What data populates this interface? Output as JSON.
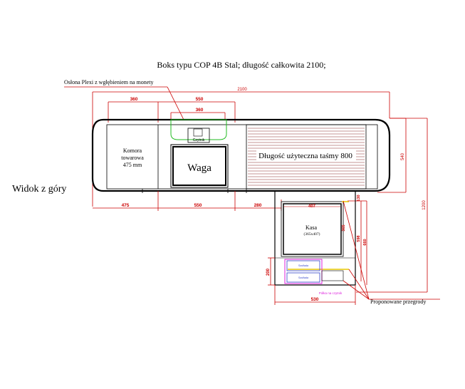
{
  "title": "Boks typu COP 4B Stal; długość całkowita 2100;",
  "view_label": "Widok z góry",
  "labels": {
    "plexi_cover": "Osłona Plexi z wgłębieniem na monety",
    "reader": "Czytnik",
    "chamber_line1": "Komora",
    "chamber_line2": "towarowa",
    "chamber_line3": "475 mm",
    "scale": "Waga",
    "belt": "Długość użyteczna taśmy 800",
    "register": "Kasa",
    "register_size": "(365x407)",
    "drawer_top": "Szuflada",
    "drawer_bottom": "Szuflada",
    "reader_shelf": "Półka na czytnik",
    "dividers": "Proponowane przegrody"
  },
  "dimensions": {
    "total_length": "2100",
    "top_left": "360",
    "top_mid": "550",
    "plexi_width": "360",
    "right_height": "540",
    "overall_height": "1200",
    "bottom_475": "475",
    "bottom_550": "550",
    "bottom_280": "280",
    "register_width": "407",
    "small_130": "130",
    "register_depth": "365",
    "side_598": "598",
    "side_660": "660",
    "drawer_height": "200",
    "lower_width": "530"
  },
  "colors": {
    "outline": "#000000",
    "dimension": "#cc0000",
    "plexi": "#22bb22",
    "drawer_blue": "#3344cc",
    "shelf_magenta": "#dd22dd",
    "yellow": "#e8c800",
    "belt_slat": "#8b2a2a"
  }
}
